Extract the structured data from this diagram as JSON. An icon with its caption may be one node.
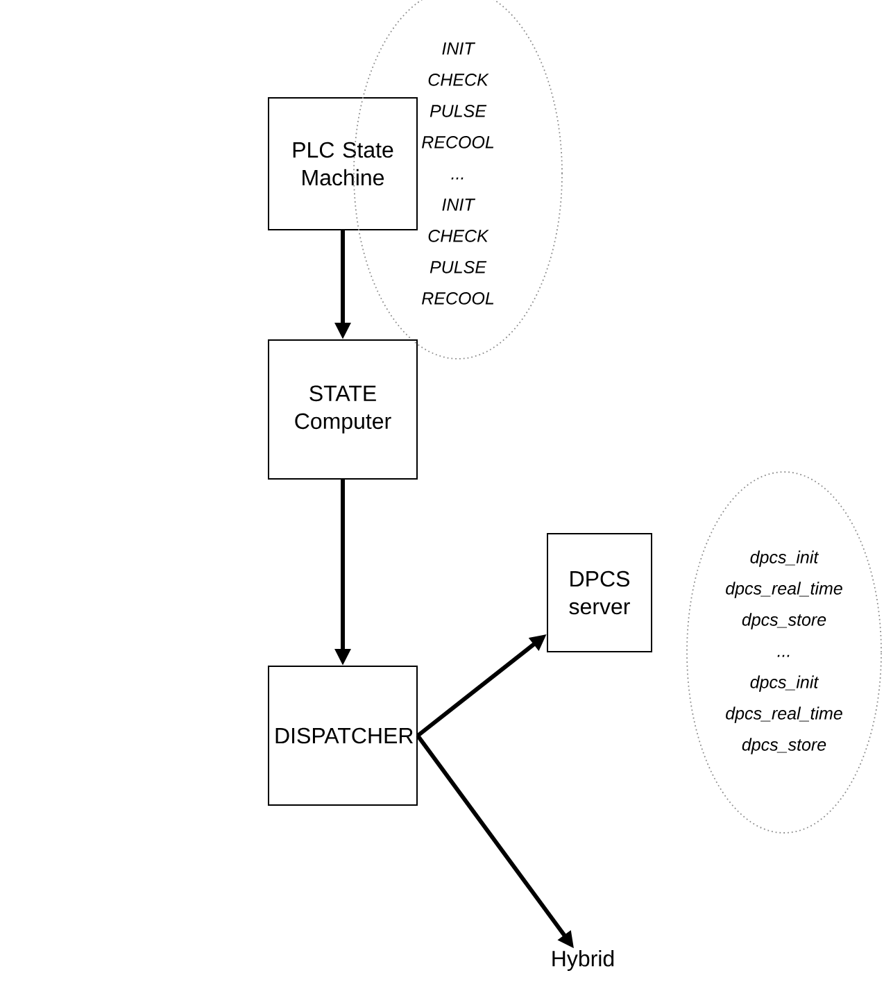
{
  "diagram": {
    "nodes": [
      {
        "text": [
          "PLC State Machine"
        ]
      },
      {
        "text": [
          "INIT",
          "CHECK",
          "PULSE",
          "RECOOL",
          "...",
          "INIT",
          "CHECK",
          "PULSE",
          "RECOOL"
        ]
      },
      {
        "text": [
          "STATE Computer"
        ]
      },
      {
        "text": [
          "DPCS server"
        ]
      },
      {
        "text": [
          "dpcs_init",
          "dpcs_real_time",
          "dpcs_store",
          "...",
          "dpcs_init",
          "dpcs_real_time",
          "dpcs_store"
        ]
      },
      {
        "text": [
          "DISPATCHER"
        ]
      },
      {
        "text": [
          "Hybrid"
        ]
      }
    ],
    "edges": [
      {
        "from": 0,
        "to": 2,
        "arrow": "to"
      },
      {
        "from": 2,
        "to": 5,
        "arrow": "to"
      },
      {
        "from": 5,
        "to": 3,
        "arrow": "to"
      },
      {
        "from": 5,
        "to": 6,
        "arrow": "to"
      }
    ]
  }
}
